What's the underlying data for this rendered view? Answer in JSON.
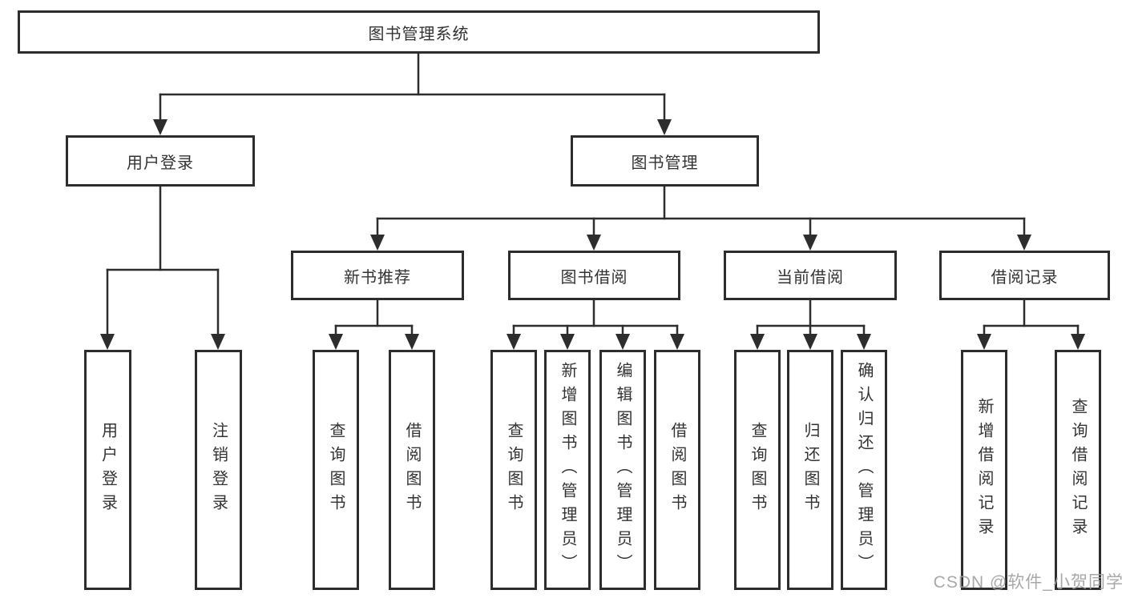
{
  "diagram": {
    "title": "图书管理系统",
    "type": "hierarchy-tree",
    "line_color": "#2d2d2d",
    "box_background": "#ffffff",
    "text_color": "#333333",
    "watermark": "CSDN @软件_小贺同学",
    "watermark_color": "#9e9e9e"
  },
  "nodes": {
    "root": {
      "label": "图书管理系统"
    },
    "user_login": {
      "label": "用户登录"
    },
    "book_mgmt": {
      "label": "图书管理"
    },
    "login": {
      "label": "用户登录"
    },
    "logout": {
      "label": "注销登录"
    },
    "new_books": {
      "label": "新书推荐"
    },
    "book_borrow": {
      "label": "图书借阅"
    },
    "current_borrow": {
      "label": "当前借阅"
    },
    "borrow_records": {
      "label": "借阅记录"
    },
    "nb_query": {
      "label": "查询图书"
    },
    "nb_borrow": {
      "label": "借阅图书"
    },
    "bb_query": {
      "label": "查询图书"
    },
    "bb_add": {
      "label": "新增图书（管理员）"
    },
    "bb_edit": {
      "label": "编辑图书（管理员）"
    },
    "bb_borrow": {
      "label": "借阅图书"
    },
    "cb_query": {
      "label": "查询图书"
    },
    "cb_return": {
      "label": "归还图书"
    },
    "cb_confirm": {
      "label": "确认归还（管理员）"
    },
    "br_add": {
      "label": "新增借阅记录"
    },
    "br_query": {
      "label": "查询借阅记录"
    }
  },
  "edges": [
    [
      "root",
      "user_login"
    ],
    [
      "root",
      "book_mgmt"
    ],
    [
      "user_login",
      "login"
    ],
    [
      "user_login",
      "logout"
    ],
    [
      "book_mgmt",
      "new_books"
    ],
    [
      "book_mgmt",
      "book_borrow"
    ],
    [
      "book_mgmt",
      "current_borrow"
    ],
    [
      "book_mgmt",
      "borrow_records"
    ],
    [
      "new_books",
      "nb_query"
    ],
    [
      "new_books",
      "nb_borrow"
    ],
    [
      "book_borrow",
      "bb_query"
    ],
    [
      "book_borrow",
      "bb_add"
    ],
    [
      "book_borrow",
      "bb_edit"
    ],
    [
      "book_borrow",
      "bb_borrow"
    ],
    [
      "current_borrow",
      "cb_query"
    ],
    [
      "current_borrow",
      "cb_return"
    ],
    [
      "current_borrow",
      "cb_confirm"
    ],
    [
      "borrow_records",
      "br_add"
    ],
    [
      "borrow_records",
      "br_query"
    ]
  ]
}
